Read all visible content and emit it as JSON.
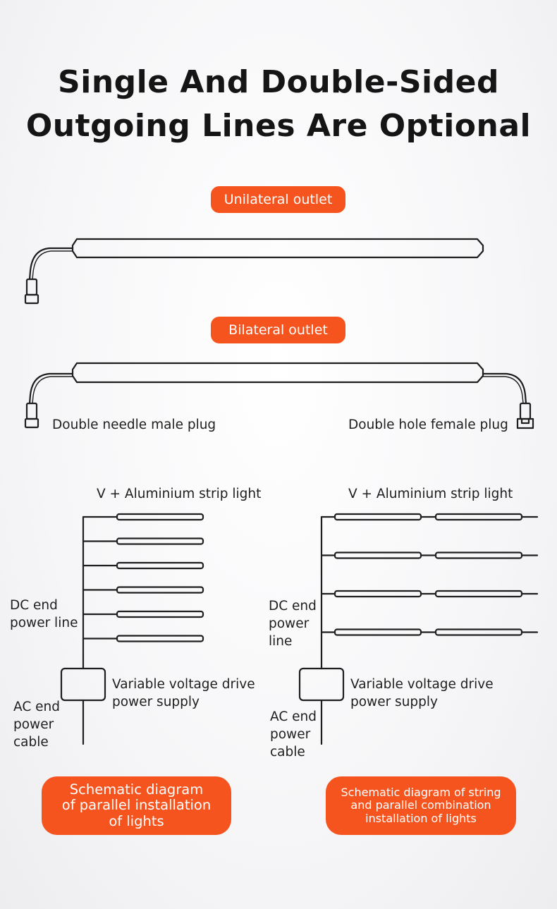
{
  "title": {
    "line1": "Single And Double-Sided",
    "line2": "Outgoing Lines Are Optional"
  },
  "unilateral": {
    "label": "Unilateral outlet"
  },
  "bilateral": {
    "label": "Bilateral outlet",
    "left_plug": "Double needle male plug",
    "right_plug": "Double hole female plug"
  },
  "parallel": {
    "header": "V +  Aluminium strip light",
    "dc_label": "DC end\npower line",
    "psu_label": "Variable voltage drive\npower supply",
    "ac_label": "AC end\npower\ncable",
    "caption": "Schematic diagram\nof parallel installation\nof lights",
    "strip_count": 6
  },
  "series_parallel": {
    "header": "V +  Aluminium strip light",
    "dc_label": "DC end\npower\nline",
    "psu_label": "Variable voltage drive\npower supply",
    "ac_label": "AC end\npower\ncable",
    "caption": "Schematic diagram of string\nand parallel combination\ninstallation of lights",
    "row_count": 4
  },
  "colors": {
    "accent": "#f6541e",
    "line": "#1e1e1e",
    "text": "#1c1c1c"
  }
}
